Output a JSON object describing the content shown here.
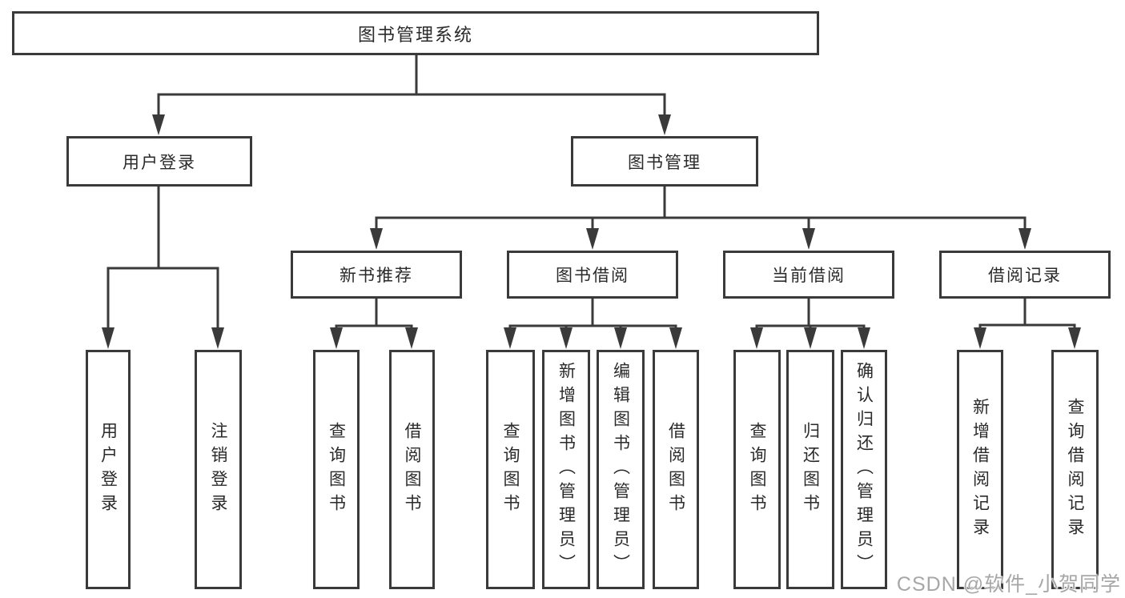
{
  "diagram": {
    "root": {
      "label": "图书管理系统"
    },
    "branches": [
      {
        "label": "用户登录",
        "children": [
          {
            "label": "用户登录"
          },
          {
            "label": "注销登录"
          }
        ]
      },
      {
        "label": "图书管理",
        "children": [
          {
            "label": "新书推荐",
            "children": [
              {
                "label": "查询图书"
              },
              {
                "label": "借阅图书"
              }
            ]
          },
          {
            "label": "图书借阅",
            "children": [
              {
                "label": "查询图书"
              },
              {
                "label": "新增图书（管理员）"
              },
              {
                "label": "编辑图书（管理员）"
              },
              {
                "label": "借阅图书"
              }
            ]
          },
          {
            "label": "当前借阅",
            "children": [
              {
                "label": "查询图书"
              },
              {
                "label": "归还图书"
              },
              {
                "label": "确认归还（管理员）"
              }
            ]
          },
          {
            "label": "借阅记录",
            "children": [
              {
                "label": "新增借阅记录"
              },
              {
                "label": "查询借阅记录"
              }
            ]
          }
        ]
      }
    ]
  },
  "watermark": {
    "text": "CSDN @软件_小贺同学"
  },
  "colors": {
    "line": "#3a3a3a",
    "text": "#2a2a2a",
    "background": "#ffffff",
    "watermark_text": "#a7a7a7"
  }
}
